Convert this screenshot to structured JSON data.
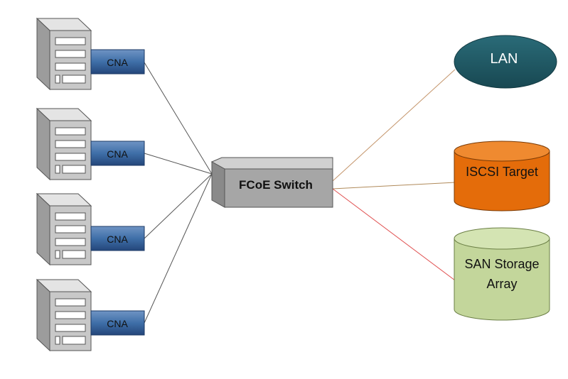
{
  "servers": [
    {
      "cna_label": "CNA"
    },
    {
      "cna_label": "CNA"
    },
    {
      "cna_label": "CNA"
    },
    {
      "cna_label": "CNA"
    }
  ],
  "switch": {
    "label": "FCoE Switch"
  },
  "lan": {
    "label": "LAN",
    "color": "#1f5a66"
  },
  "iscsi": {
    "label": "ISCSI Target",
    "color": "#e46c0a"
  },
  "san": {
    "label_line1": "SAN Storage",
    "label_line2": "Array",
    "color": "#c3d69b"
  },
  "colors": {
    "cna_blue": "#3f6fa8",
    "server_gray": "#c8c8c8",
    "switch_gray": "#a6a6a6",
    "lan_link": "#c4956b",
    "iscsi_link": "#b08a5a",
    "san_link": "#e05050",
    "server_link": "#555555"
  }
}
